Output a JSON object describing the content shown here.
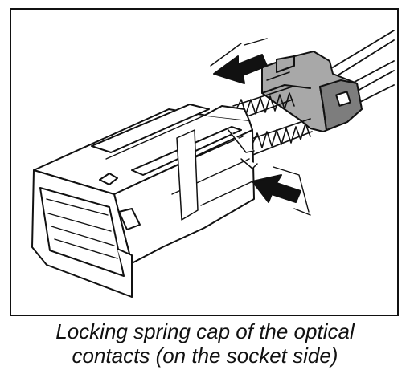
{
  "caption": {
    "line1": "Locking spring cap of the optical",
    "line2": "contacts (on the socket side)"
  },
  "colors": {
    "line": "#111111",
    "cap_fill": "#a8a8a8",
    "cap_shade": "#7d7d7d",
    "paper": "#ffffff"
  },
  "icons": [
    "arrow-icon-top",
    "arrow-icon-right"
  ]
}
